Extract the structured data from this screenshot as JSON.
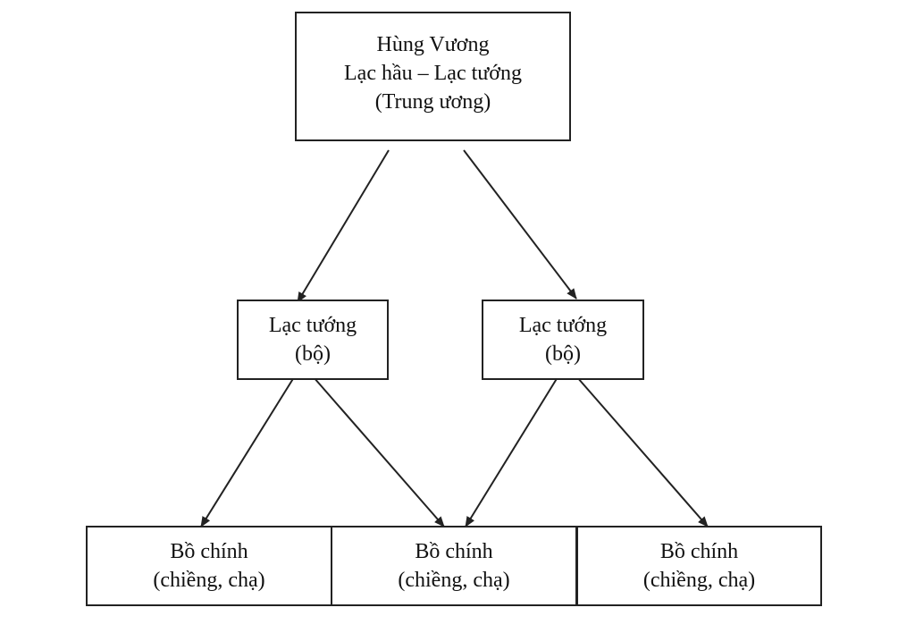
{
  "diagram": {
    "top": {
      "line1": "Hùng Vương",
      "line2": "Lạc hầu – Lạc tướng",
      "line3": "(Trung ương)"
    },
    "middle": [
      {
        "line1": "Lạc tướng",
        "line2": "(bộ)"
      },
      {
        "line1": "Lạc tướng",
        "line2": "(bộ)"
      }
    ],
    "bottom": [
      {
        "line1": "Bồ chính",
        "line2": "(chiềng, chạ)"
      },
      {
        "line1": "Bồ chính",
        "line2": "(chiềng, chạ)"
      },
      {
        "line1": "Bồ chính",
        "line2": "(chiềng, chạ)"
      }
    ],
    "line_color": "#222222"
  }
}
